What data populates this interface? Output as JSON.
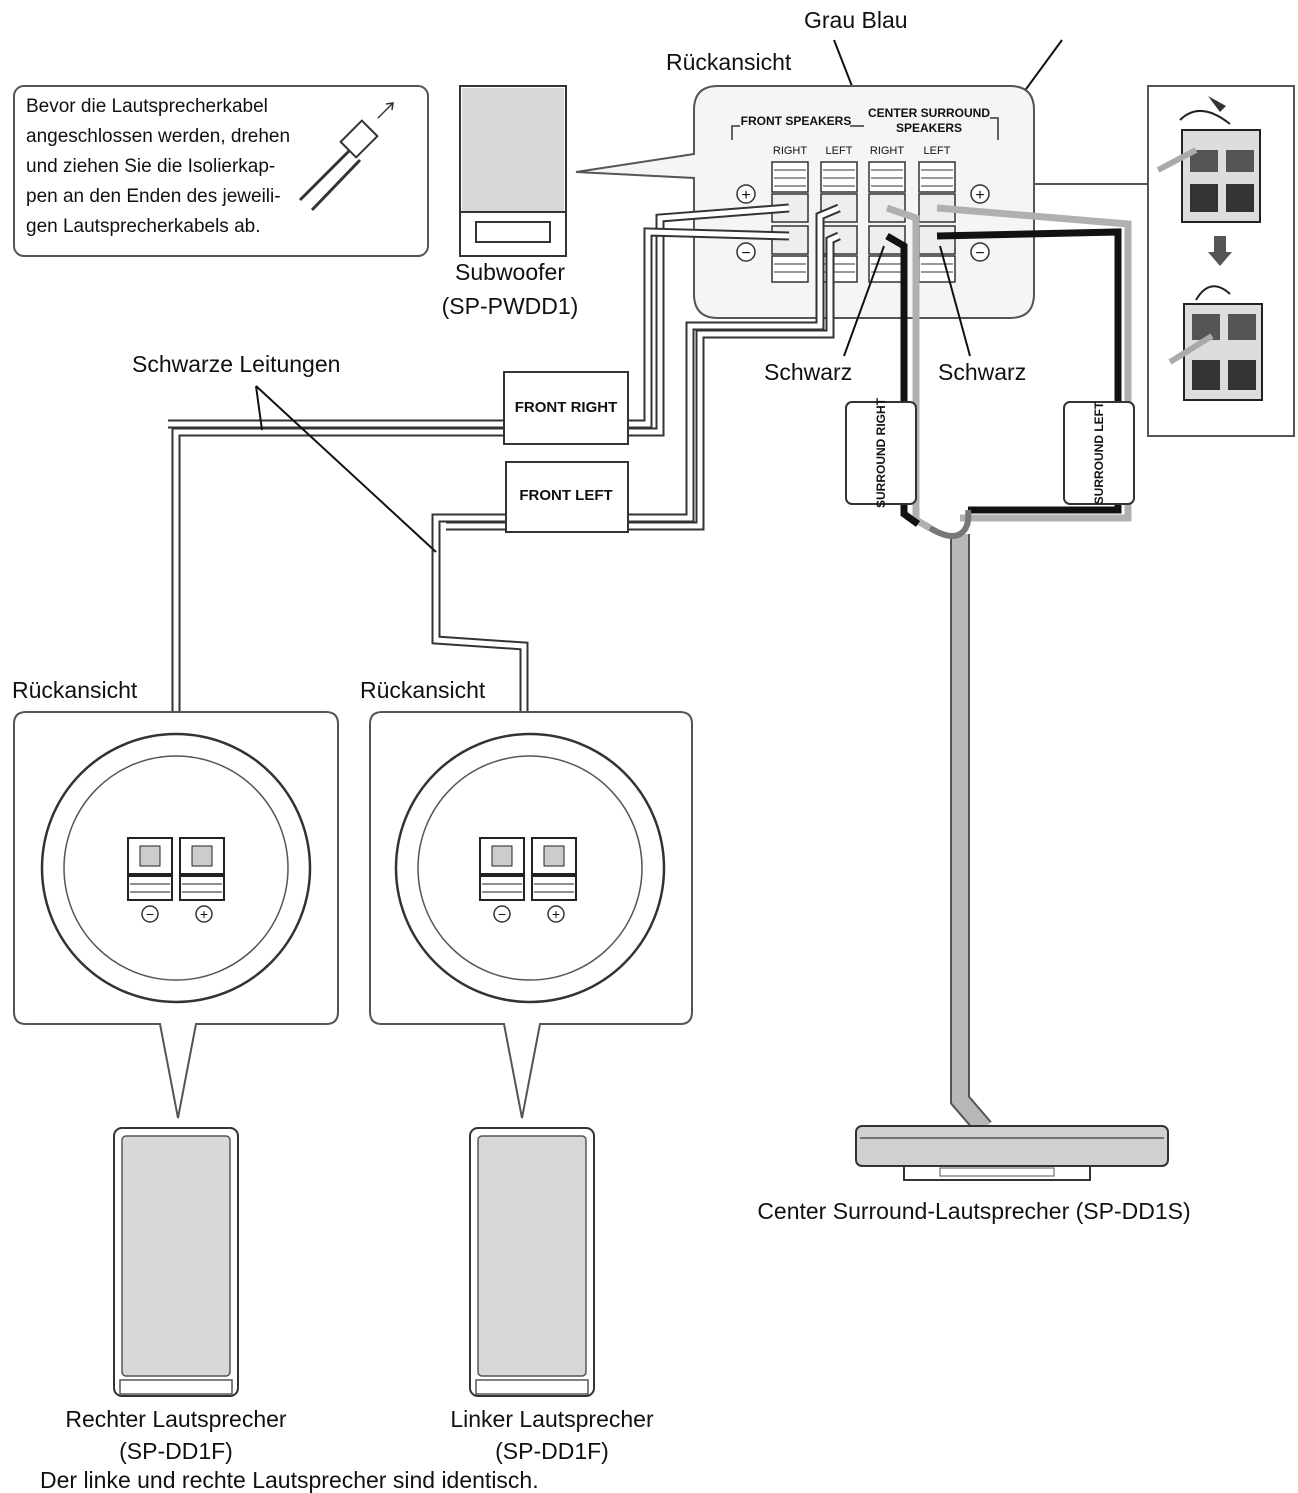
{
  "note": {
    "lines": [
      "Bevor die Lautsprecherkabel",
      "angeschlossen werden, drehen",
      "und ziehen Sie die Isolierkap-",
      "pen an den Enden des jeweili-",
      "gen Lautsprecherkabels ab."
    ]
  },
  "labels": {
    "rear_view_top": "Rückansicht",
    "grau_blau": "Grau Blau",
    "subwoofer_name": "Subwoofer",
    "subwoofer_model": "(SP-PWDD1)",
    "schwarze_leitungen": "Schwarze Leitungen",
    "schwarz_left": "Schwarz",
    "schwarz_right": "Schwarz",
    "rear_view_right_speaker": "Rückansicht",
    "rear_view_left_speaker": "Rückansicht",
    "right_speaker_name": "Rechter Lautsprecher",
    "right_speaker_model": "(SP-DD1F)",
    "left_speaker_name": "Linker Lautsprecher",
    "left_speaker_model": "(SP-DD1F)",
    "identical_note": "Der linke und rechte Lautsprecher sind identisch.",
    "center_speaker": "Center Surround-Lautsprecher (SP-DD1S)"
  },
  "terminal_panel": {
    "front_speakers": "FRONT SPEAKERS",
    "center_surround_1": "CENTER SURROUND",
    "center_surround_2": "SPEAKERS",
    "right_1": "RIGHT",
    "left_1": "LEFT",
    "right_2": "RIGHT",
    "left_2": "LEFT",
    "plus": "+",
    "minus": "−"
  },
  "cable_tags": {
    "front_right": "FRONT RIGHT",
    "front_left": "FRONT LEFT",
    "surround_right": "SURROUND RIGHT",
    "surround_left": "SURROUND LEFT"
  },
  "speaker_terminals": {
    "minus": "−",
    "plus": "+"
  },
  "colors": {
    "cable_black": "#111111",
    "cable_grey": "#b0b0b0",
    "panel_fill": "#f2f2f2",
    "speaker_grill": "#d8d8d8"
  }
}
